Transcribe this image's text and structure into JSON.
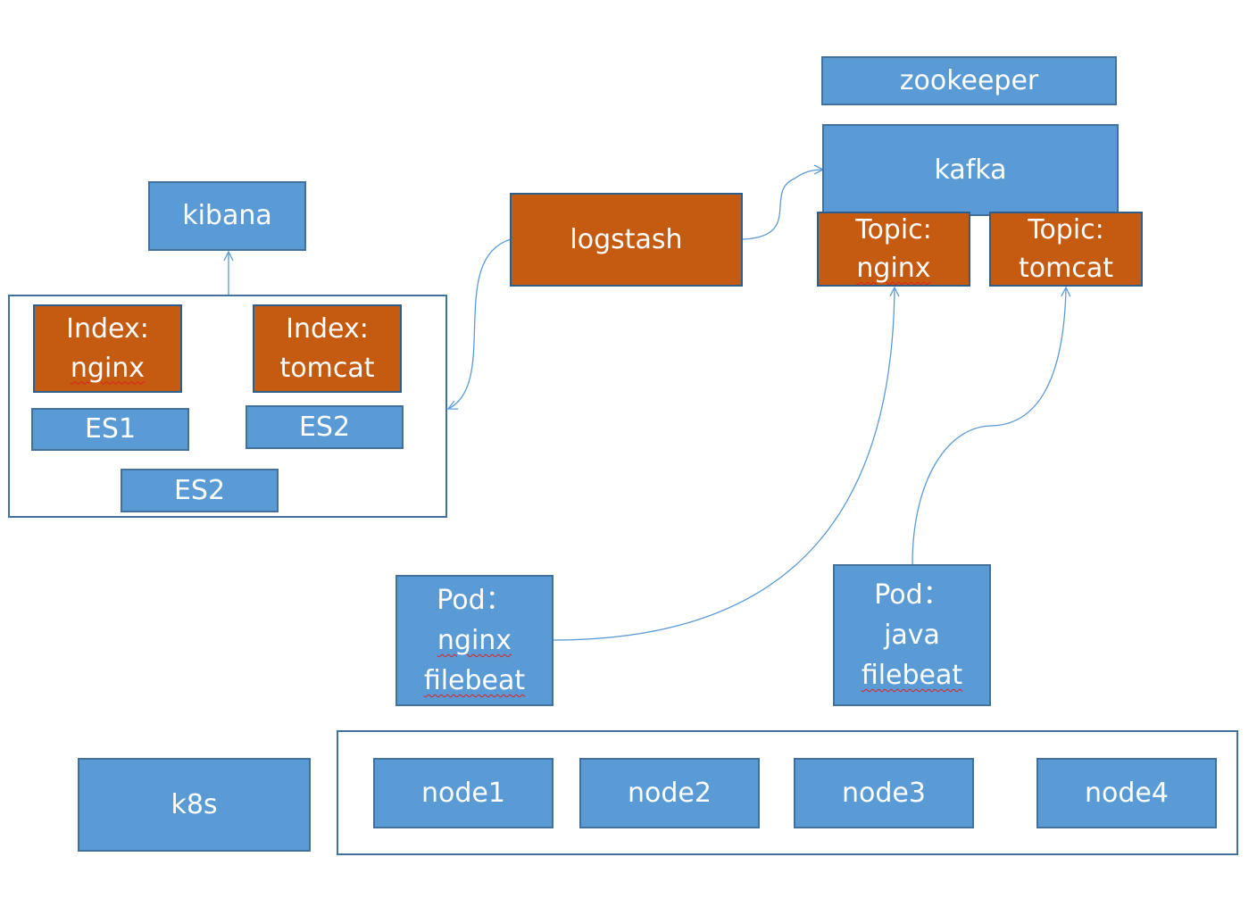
{
  "elk": {
    "kibana": "kibana",
    "index_nginx": [
      "Index:",
      "nginx"
    ],
    "index_tomcat": [
      "Index:",
      "tomcat"
    ],
    "es_nodes": [
      "ES1",
      "ES2",
      "ES2"
    ]
  },
  "logstash": "logstash",
  "kafka": {
    "zookeeper": "zookeeper",
    "kafka": "kafka",
    "topic_nginx": [
      "Topic:",
      "nginx"
    ],
    "topic_tomcat": [
      "Topic:",
      "tomcat"
    ]
  },
  "pods": {
    "nginx": [
      "Pod：",
      "nginx",
      "filebeat"
    ],
    "java": [
      "Pod：",
      "java",
      "filebeat"
    ]
  },
  "k8s": {
    "label": "k8s",
    "nodes": [
      "node1",
      "node2",
      "node3",
      "node4"
    ]
  },
  "colors": {
    "blue": "#5b9bd5",
    "orange": "#c55a11",
    "line": "#5b9bd5"
  }
}
